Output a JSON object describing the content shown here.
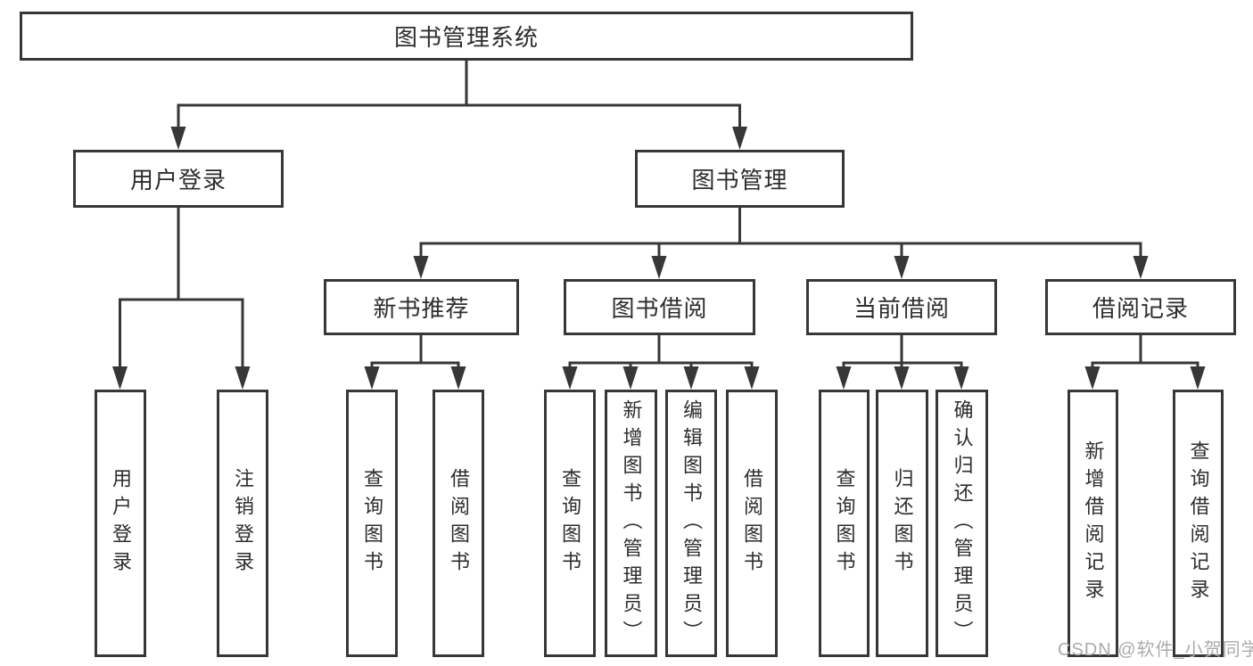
{
  "tree": {
    "label": "图书管理系统",
    "children": [
      {
        "label": "用户登录",
        "children": [
          {
            "label": "用户登录"
          },
          {
            "label": "注销登录"
          }
        ]
      },
      {
        "label": "图书管理",
        "children": [
          {
            "label": "新书推荐",
            "children": [
              {
                "label": "查询图书"
              },
              {
                "label": "借阅图书"
              }
            ]
          },
          {
            "label": "图书借阅",
            "children": [
              {
                "label": "查询图书"
              },
              {
                "label": "新增图书（管理员）"
              },
              {
                "label": "编辑图书（管理员）"
              },
              {
                "label": "借阅图书"
              }
            ]
          },
          {
            "label": "当前借阅",
            "children": [
              {
                "label": "查询图书"
              },
              {
                "label": "归还图书"
              },
              {
                "label": "确认归还（管理员）"
              }
            ]
          },
          {
            "label": "借阅记录",
            "children": [
              {
                "label": "新增借阅记录"
              },
              {
                "label": "查询借阅记录"
              }
            ]
          }
        ]
      }
    ]
  },
  "watermark": {
    "text": "CSDN @软件_小贺同学"
  },
  "colors": {
    "line": "#373737",
    "box_border": "#373737",
    "text": "#2d2d2d",
    "watermark": "#ababab",
    "background": "#ffffff"
  }
}
